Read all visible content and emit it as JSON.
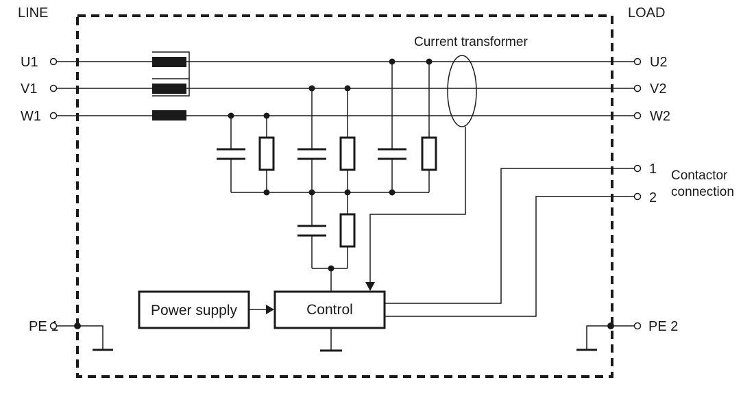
{
  "headers": {
    "line": "LINE",
    "load": "LOAD"
  },
  "terminals": {
    "line": [
      "U1",
      "V1",
      "W1"
    ],
    "load": [
      "U2",
      "V2",
      "W2"
    ],
    "pe_in": "PE 1",
    "pe_out": "PE 2",
    "contactor": [
      "1",
      "2"
    ]
  },
  "labels": {
    "current_transformer": "Current transformer",
    "contactor_line1": "Contactor",
    "contactor_line2": "connection"
  },
  "blocks": {
    "power_supply": "Power supply",
    "control": "Control"
  }
}
